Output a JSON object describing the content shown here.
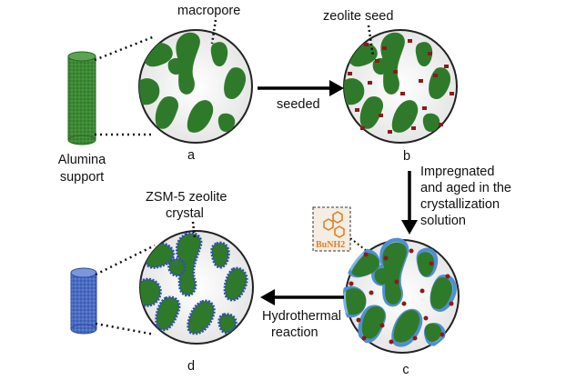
{
  "labels": {
    "macropore": "macropore",
    "zeolite_seed": "zeolite seed",
    "alumina_line1": "Alumina",
    "alumina_line2": "support",
    "seeded": "seeded",
    "impregnated_line1": "Impregnated",
    "impregnated_line2": "and aged in the",
    "impregnated_line3": "crystallization",
    "impregnated_line4": "solution",
    "zsm5_line1": "ZSM-5 zeolite",
    "zsm5_line2": "crystal",
    "hydrothermal_line1": "Hydrothermal",
    "hydrothermal_line2": "reaction",
    "template_label": "BuNH2",
    "panel_a": "a",
    "panel_b": "b",
    "panel_c": "c",
    "panel_d": "d"
  },
  "colors": {
    "alumina_green": "#2f7a2a",
    "seed_red": "#8b1a1a",
    "solution_blue": "#4f8fd0",
    "zeolite_blue": "#3050a8",
    "template_orange": "#d9822b"
  }
}
